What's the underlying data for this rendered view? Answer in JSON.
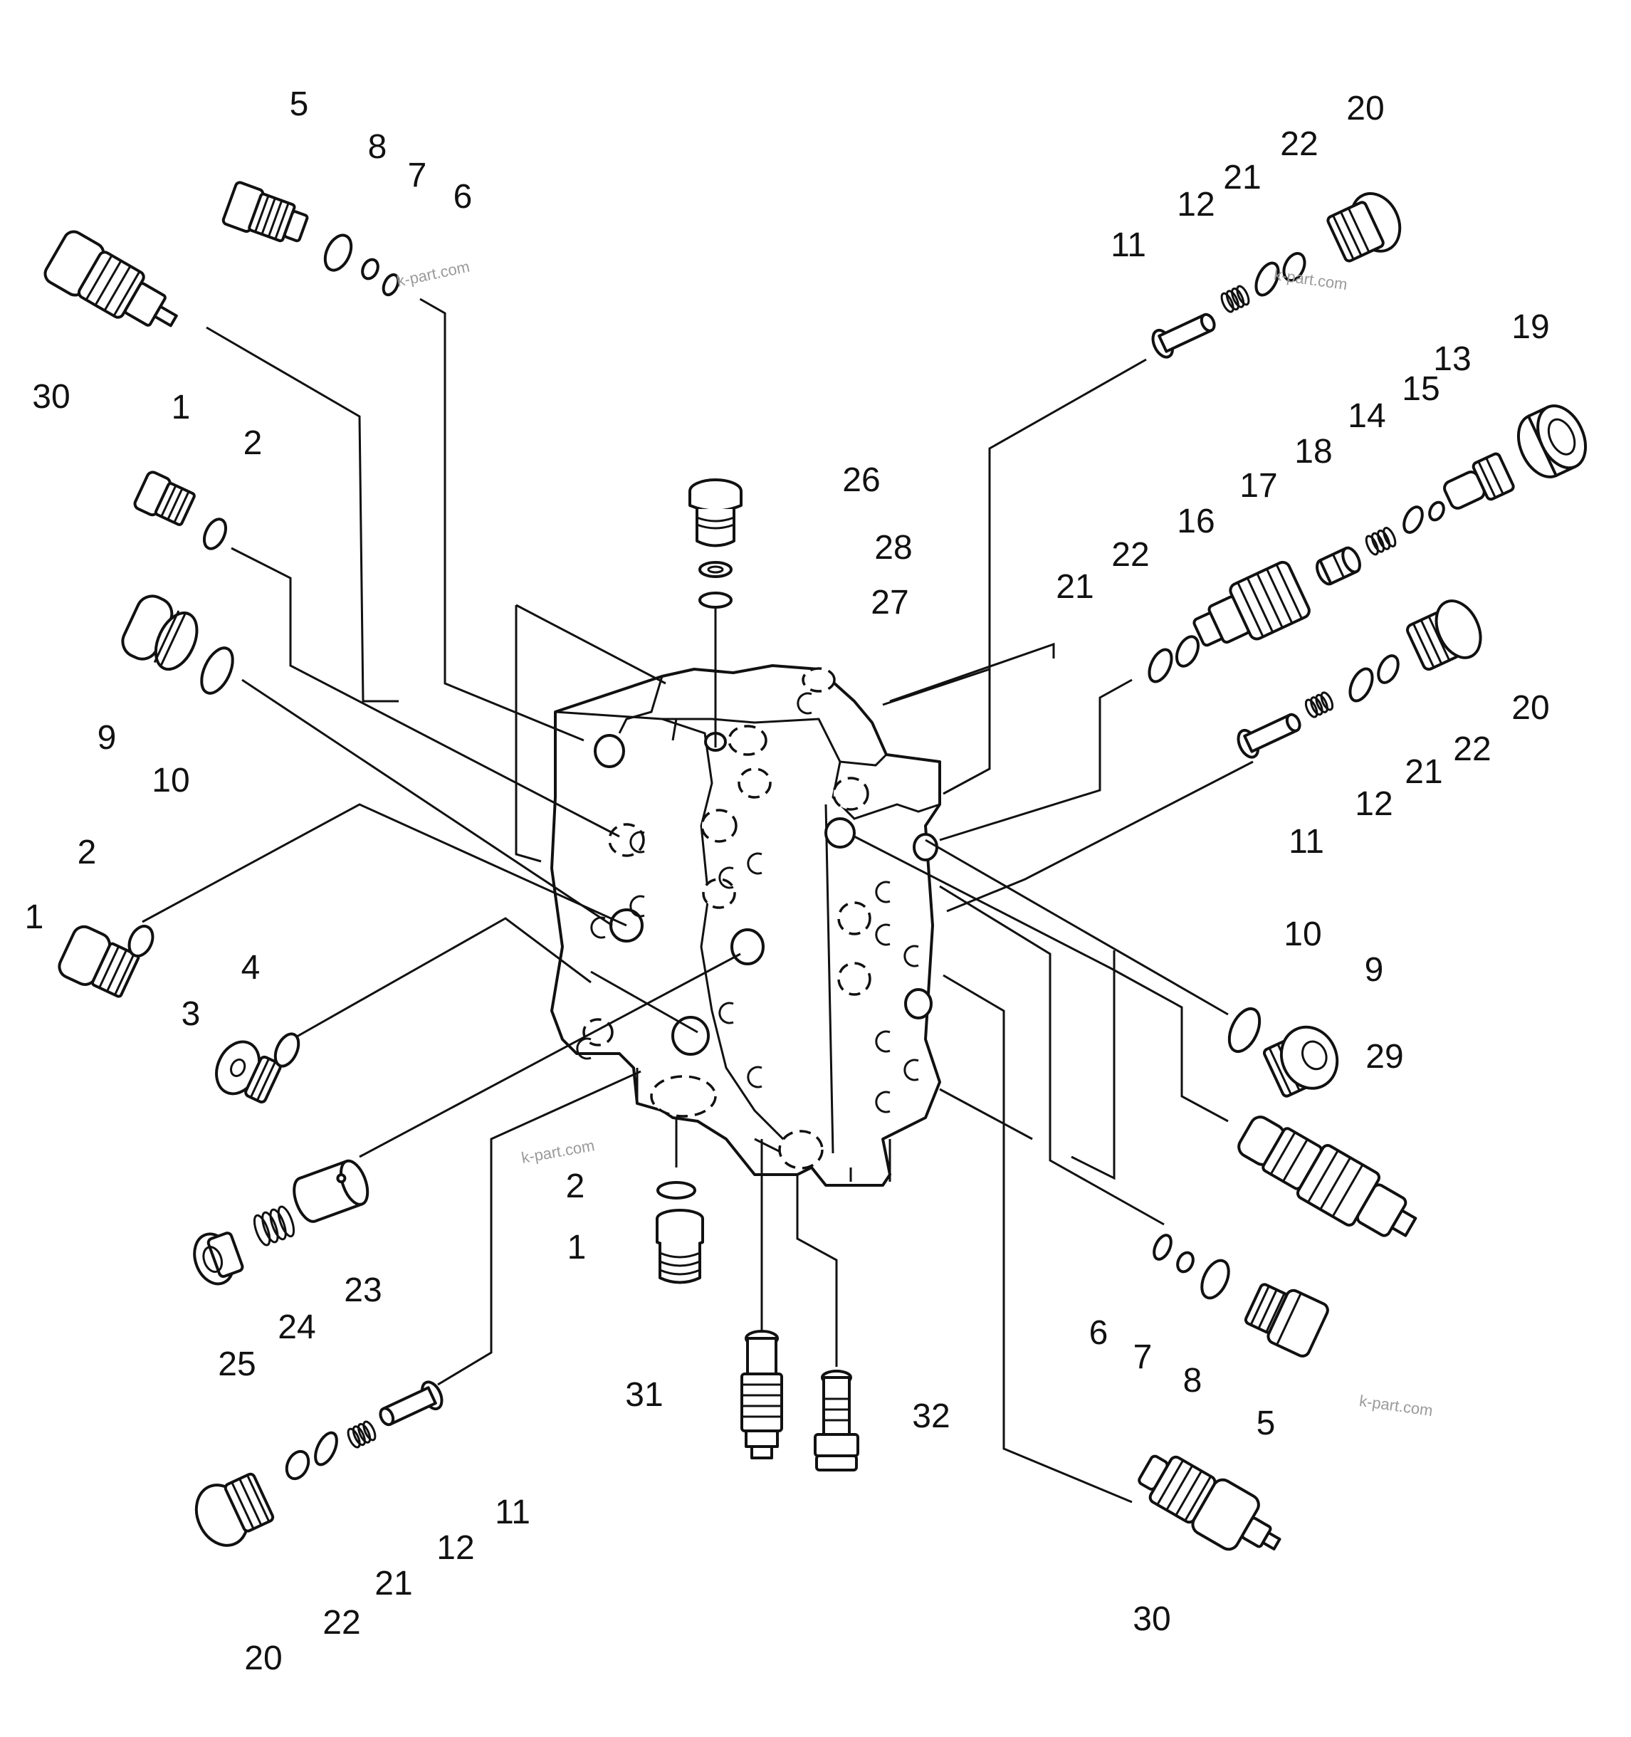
{
  "diagram": {
    "callouts": [
      {
        "id": "c-5a",
        "text": "5"
      },
      {
        "id": "c-8a",
        "text": "8"
      },
      {
        "id": "c-7a",
        "text": "7"
      },
      {
        "id": "c-6a",
        "text": "6"
      },
      {
        "id": "c-30a",
        "text": "30"
      },
      {
        "id": "c-1a",
        "text": "1"
      },
      {
        "id": "c-2a",
        "text": "2"
      },
      {
        "id": "c-9a",
        "text": "9"
      },
      {
        "id": "c-10a",
        "text": "10"
      },
      {
        "id": "c-1b",
        "text": "1"
      },
      {
        "id": "c-2b",
        "text": "2"
      },
      {
        "id": "c-3",
        "text": "3"
      },
      {
        "id": "c-4",
        "text": "4"
      },
      {
        "id": "c-26",
        "text": "26"
      },
      {
        "id": "c-28",
        "text": "28"
      },
      {
        "id": "c-27",
        "text": "27"
      },
      {
        "id": "c-20a",
        "text": "20"
      },
      {
        "id": "c-22a",
        "text": "22"
      },
      {
        "id": "c-21a",
        "text": "21"
      },
      {
        "id": "c-12a",
        "text": "12"
      },
      {
        "id": "c-11a",
        "text": "11"
      },
      {
        "id": "c-19",
        "text": "19"
      },
      {
        "id": "c-13",
        "text": "13"
      },
      {
        "id": "c-15",
        "text": "15"
      },
      {
        "id": "c-14",
        "text": "14"
      },
      {
        "id": "c-18",
        "text": "18"
      },
      {
        "id": "c-17",
        "text": "17"
      },
      {
        "id": "c-16",
        "text": "16"
      },
      {
        "id": "c-22b",
        "text": "22"
      },
      {
        "id": "c-21b",
        "text": "21"
      },
      {
        "id": "c-20b",
        "text": "20"
      },
      {
        "id": "c-22c",
        "text": "22"
      },
      {
        "id": "c-21c",
        "text": "21"
      },
      {
        "id": "c-12b",
        "text": "12"
      },
      {
        "id": "c-11b",
        "text": "11"
      },
      {
        "id": "c-10b",
        "text": "10"
      },
      {
        "id": "c-9b",
        "text": "9"
      },
      {
        "id": "c-29",
        "text": "29"
      },
      {
        "id": "c-2c",
        "text": "2"
      },
      {
        "id": "c-1c",
        "text": "1"
      },
      {
        "id": "c-25",
        "text": "25"
      },
      {
        "id": "c-24",
        "text": "24"
      },
      {
        "id": "c-23",
        "text": "23"
      },
      {
        "id": "c-6b",
        "text": "6"
      },
      {
        "id": "c-7b",
        "text": "7"
      },
      {
        "id": "c-8b",
        "text": "8"
      },
      {
        "id": "c-5b",
        "text": "5"
      },
      {
        "id": "c-31",
        "text": "31"
      },
      {
        "id": "c-32",
        "text": "32"
      },
      {
        "id": "c-11c",
        "text": "11"
      },
      {
        "id": "c-12c",
        "text": "12"
      },
      {
        "id": "c-21d",
        "text": "21"
      },
      {
        "id": "c-22d",
        "text": "22"
      },
      {
        "id": "c-20c",
        "text": "20"
      },
      {
        "id": "c-30b",
        "text": "30"
      }
    ],
    "watermarks": [
      {
        "id": "wm-1",
        "text": "k-part.com"
      },
      {
        "id": "wm-2",
        "text": "k-part.com"
      },
      {
        "id": "wm-3",
        "text": "k-part.com"
      },
      {
        "id": "wm-4",
        "text": "k-part.com"
      }
    ]
  }
}
